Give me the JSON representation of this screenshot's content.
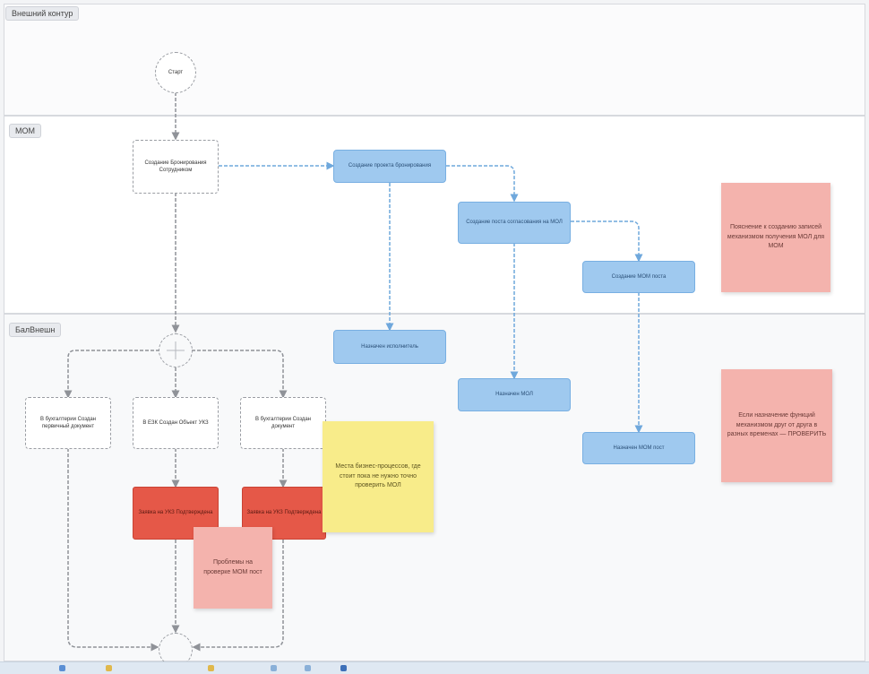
{
  "lanes": {
    "top": {
      "label": "Внешний контур"
    },
    "middle": {
      "label": "МОМ"
    },
    "bottom": {
      "label": "БалВнешн"
    }
  },
  "nodes": {
    "start": "Старт",
    "create": "Создание Бронирования Сотрудником",
    "blue1": "Создание проекта бронирования",
    "blue2": "Создание поста согласования на МОЛ",
    "blue3": "Создание МОМ поста",
    "blue4": "Назначен исполнитель",
    "blue5": "Назначен МОЛ",
    "blue6": "Назначен МОМ пост",
    "proc1": "В бухгалтерии Создан первичный документ",
    "proc2": "В ЕЗК Создан Объект УКЗ",
    "proc3": "В бухгалтерии Создан документ",
    "red1": "Заявка на УКЗ Подтверждена",
    "red2": "Заявка на УКЗ Подтверждена"
  },
  "notes": {
    "note1": "Пояснение к созданию записей механизмом получения МОЛ для МОМ",
    "note2": "Если назначение функций механизмом друг от друга в разных временах — ПРОВЕРИТЬ",
    "note3": "Проблемы на проверке МОМ пост",
    "note4": "Места бизнес-процессов, где стоит пока не нужно точно проверить МОЛ"
  },
  "colors": {
    "blue_node": "#9fc9ef",
    "red_node": "#e55848",
    "pink_note": "#f4b3ad",
    "yellow_note": "#f8ec8a",
    "edge_gray": "#8f9298",
    "edge_blue": "#6fa8dc"
  }
}
